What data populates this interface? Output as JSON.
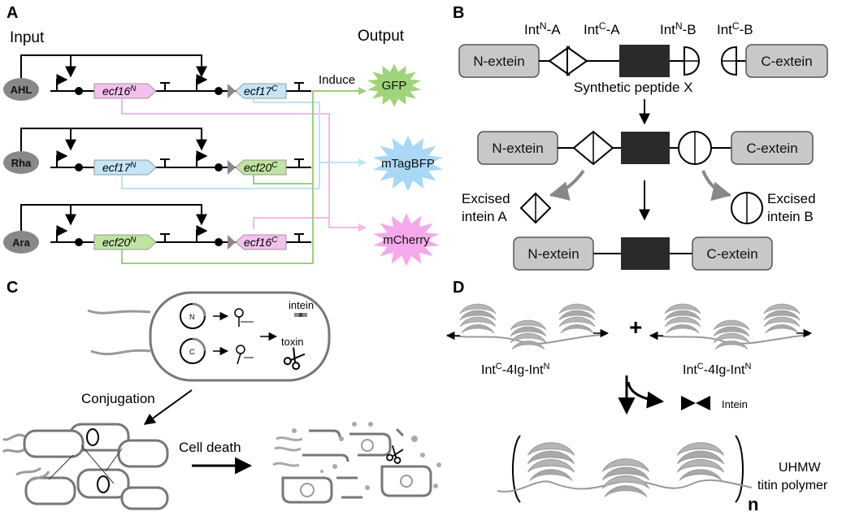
{
  "panels": {
    "a": "A",
    "b": "B",
    "c": "C",
    "d": "D"
  },
  "panel_a": {
    "input_label": "Input",
    "output_label": "Output",
    "induce_label": "Induce",
    "inducers": [
      "AHL",
      "Rha",
      "Ara"
    ],
    "genes": {
      "row1_left": "ecf16",
      "row1_left_sup": "N",
      "row1_right": "ecf17",
      "row1_right_sup": "C",
      "row2_left": "ecf17",
      "row2_left_sup": "N",
      "row2_right": "ecf20",
      "row2_right_sup": "C",
      "row3_left": "ecf20",
      "row3_left_sup": "N",
      "row3_right": "ecf16",
      "row3_right_sup": "C"
    },
    "outputs": [
      "GFP",
      "mTagBFP",
      "mCherry"
    ],
    "colors": {
      "pink": "#f4c0ee",
      "blue": "#c5e6f7",
      "green": "#bfe3a0",
      "gfp": "#9fd47a",
      "bfp": "#a9d8f5",
      "mcherry": "#f5a9ea"
    }
  },
  "panel_b": {
    "intn_a": "Int",
    "intn_a_sup": "N",
    "intn_a_suffix": "-A",
    "intc_a": "Int",
    "intc_a_sup": "C",
    "intc_a_suffix": "-A",
    "intn_b": "Int",
    "intn_b_sup": "N",
    "intn_b_suffix": "-B",
    "intc_b": "Int",
    "intc_b_sup": "C",
    "intc_b_suffix": "-B",
    "n_extein": "N-extein",
    "c_extein": "C-extein",
    "peptide": "Synthetic peptide X",
    "excised_a_line1": "Excised",
    "excised_a_line2": "intein A",
    "excised_b_line1": "Excised",
    "excised_b_line2": "intein B"
  },
  "panel_c": {
    "intein": "intein",
    "toxin": "toxin",
    "conjugation": "Conjugation",
    "cell_death": "Cell death",
    "plasmid_n": "N",
    "plasmid_c": "C"
  },
  "panel_d": {
    "construct": "Int",
    "construct_sup1": "C",
    "construct_mid": "-4Ig-Int",
    "construct_sup2": "N",
    "intein": "Intein",
    "polymer_line1": "UHMW",
    "polymer_line2": "titin polymer",
    "n": "n"
  }
}
